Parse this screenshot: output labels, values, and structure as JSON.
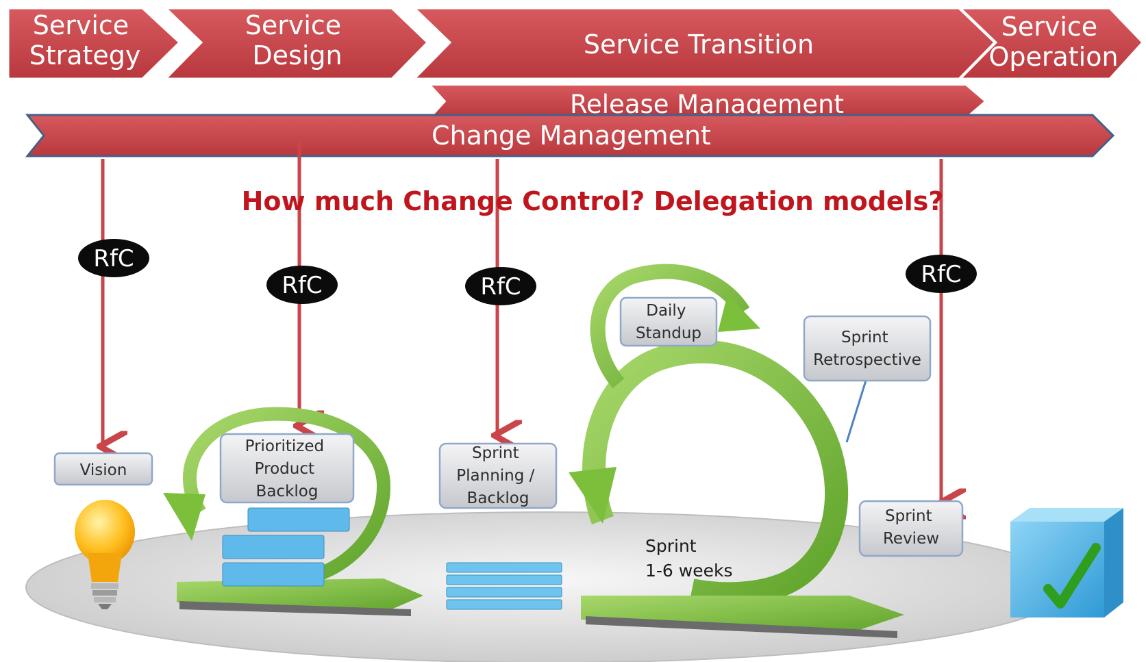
{
  "phases": [
    {
      "lines": [
        "Service",
        "Strategy"
      ]
    },
    {
      "lines": [
        "Service",
        "Design"
      ]
    },
    {
      "lines": [
        "Service Transition"
      ]
    },
    {
      "lines": [
        "Service",
        "Operation"
      ]
    }
  ],
  "bands": {
    "release": "Release Management",
    "change": "Change Management"
  },
  "question": "How much Change Control? Delegation models?",
  "rfc": [
    "RfC",
    "RfC",
    "RfC",
    "RfC"
  ],
  "boxes": {
    "vision": [
      "Vision"
    ],
    "backlog": [
      "Prioritized",
      "Product",
      "Backlog"
    ],
    "planning": [
      "Sprint",
      "Planning /",
      "Backlog"
    ],
    "standup": [
      "Daily",
      "Standup"
    ],
    "retro": [
      "Sprint",
      "Retrospective"
    ],
    "review": [
      "Sprint",
      "Review"
    ]
  },
  "sprint_label": [
    "Sprint",
    "1-6 weeks"
  ],
  "colors": {
    "banner_red": "#c9454a",
    "question_red": "#c0151d",
    "arrow_green": "#7cbf3a",
    "stack_blue": "#5fb9ea",
    "check_green": "#2f9e1e"
  },
  "icons": [
    "lightbulb-icon",
    "checkmark-cube-icon"
  ]
}
